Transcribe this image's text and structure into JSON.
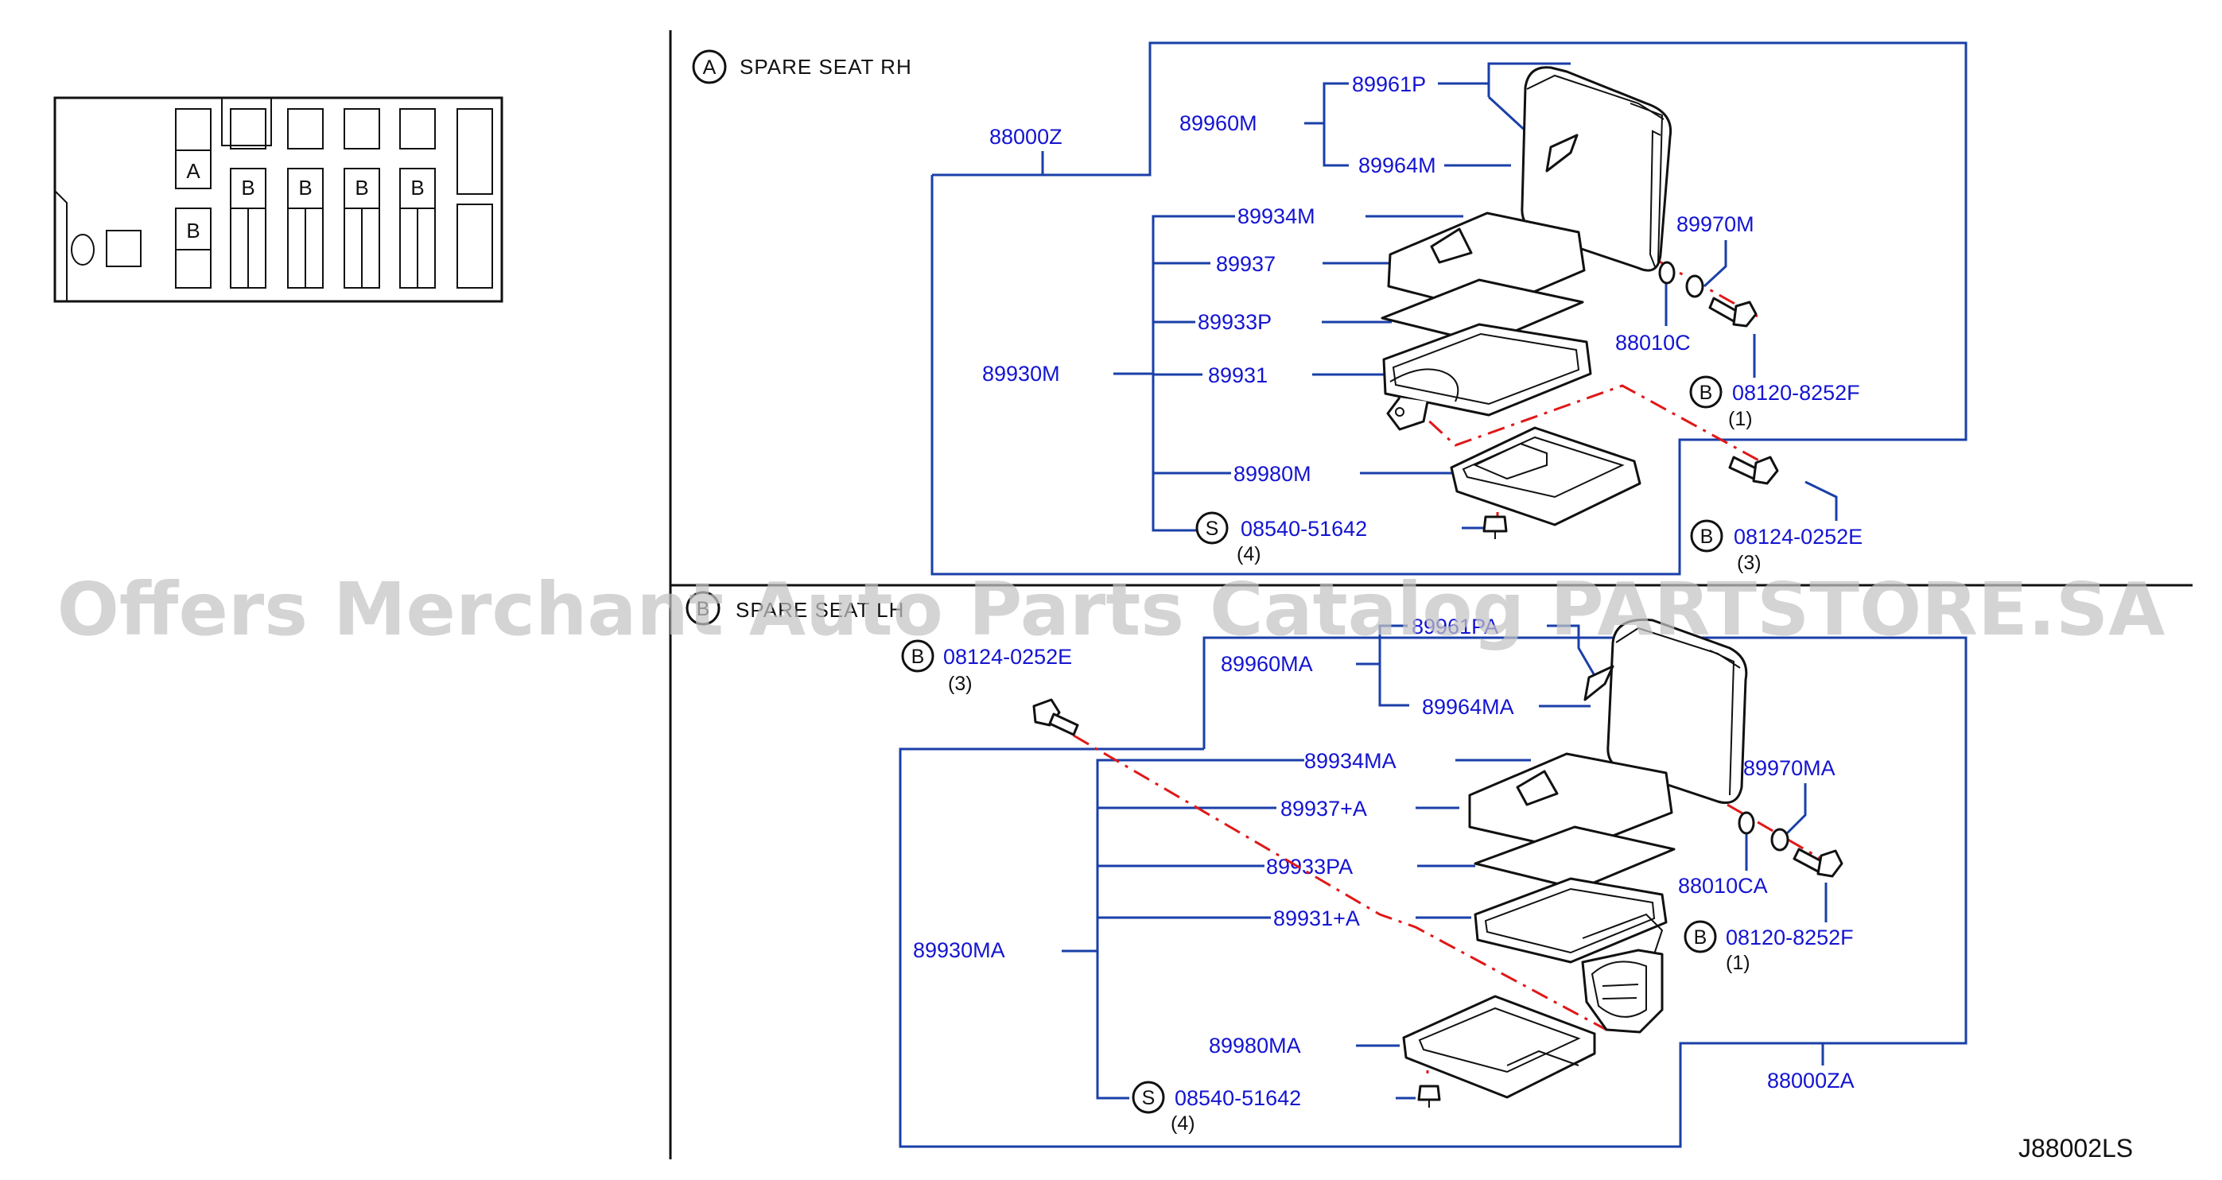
{
  "sections": {
    "a": {
      "marker": "A",
      "title": "SPARE SEAT RH"
    },
    "b": {
      "marker": "B",
      "title": "SPARE SEAT LH"
    }
  },
  "parts_a": {
    "assembly": "88000Z",
    "back": "89960M",
    "back_trim": "89961P",
    "back_pad": "89964M",
    "cushion_trim": "89934M",
    "cushion_part": "89937",
    "cushion_pad": "89933P",
    "cushion": "89930M",
    "frame": "89931",
    "cover": "89980M",
    "screw": {
      "marker": "S",
      "code": "08540-51642",
      "qty": "(4)"
    },
    "hinge": "89970M",
    "washer": "88010C",
    "bolt_hinge": {
      "marker": "B",
      "code": "08120-8252F",
      "qty": "(1)"
    },
    "bolt_base": {
      "marker": "B",
      "code": "08124-0252E",
      "qty": "(3)"
    }
  },
  "parts_b": {
    "assembly": "88000ZA",
    "back": "89960MA",
    "back_trim": "89961PA",
    "back_pad": "89964MA",
    "cushion_trim": "89934MA",
    "cushion_part": "89937+A",
    "cushion_pad": "89933PA",
    "cushion": "89930MA",
    "frame": "89931+A",
    "cover": "89980MA",
    "screw": {
      "marker": "S",
      "code": "08540-51642",
      "qty": "(4)"
    },
    "hinge": "89970MA",
    "washer": "88010CA",
    "bolt_hinge": {
      "marker": "B",
      "code": "08120-8252F",
      "qty": "(1)"
    },
    "bolt_base": {
      "marker": "B",
      "code": "08124-0252E",
      "qty": "(3)"
    }
  },
  "key": {
    "a": "A",
    "b": "B"
  },
  "diagram_code": "J88002LS",
  "watermark": "Offers Merchant Auto Parts Catalog PARTSTORE.SA"
}
